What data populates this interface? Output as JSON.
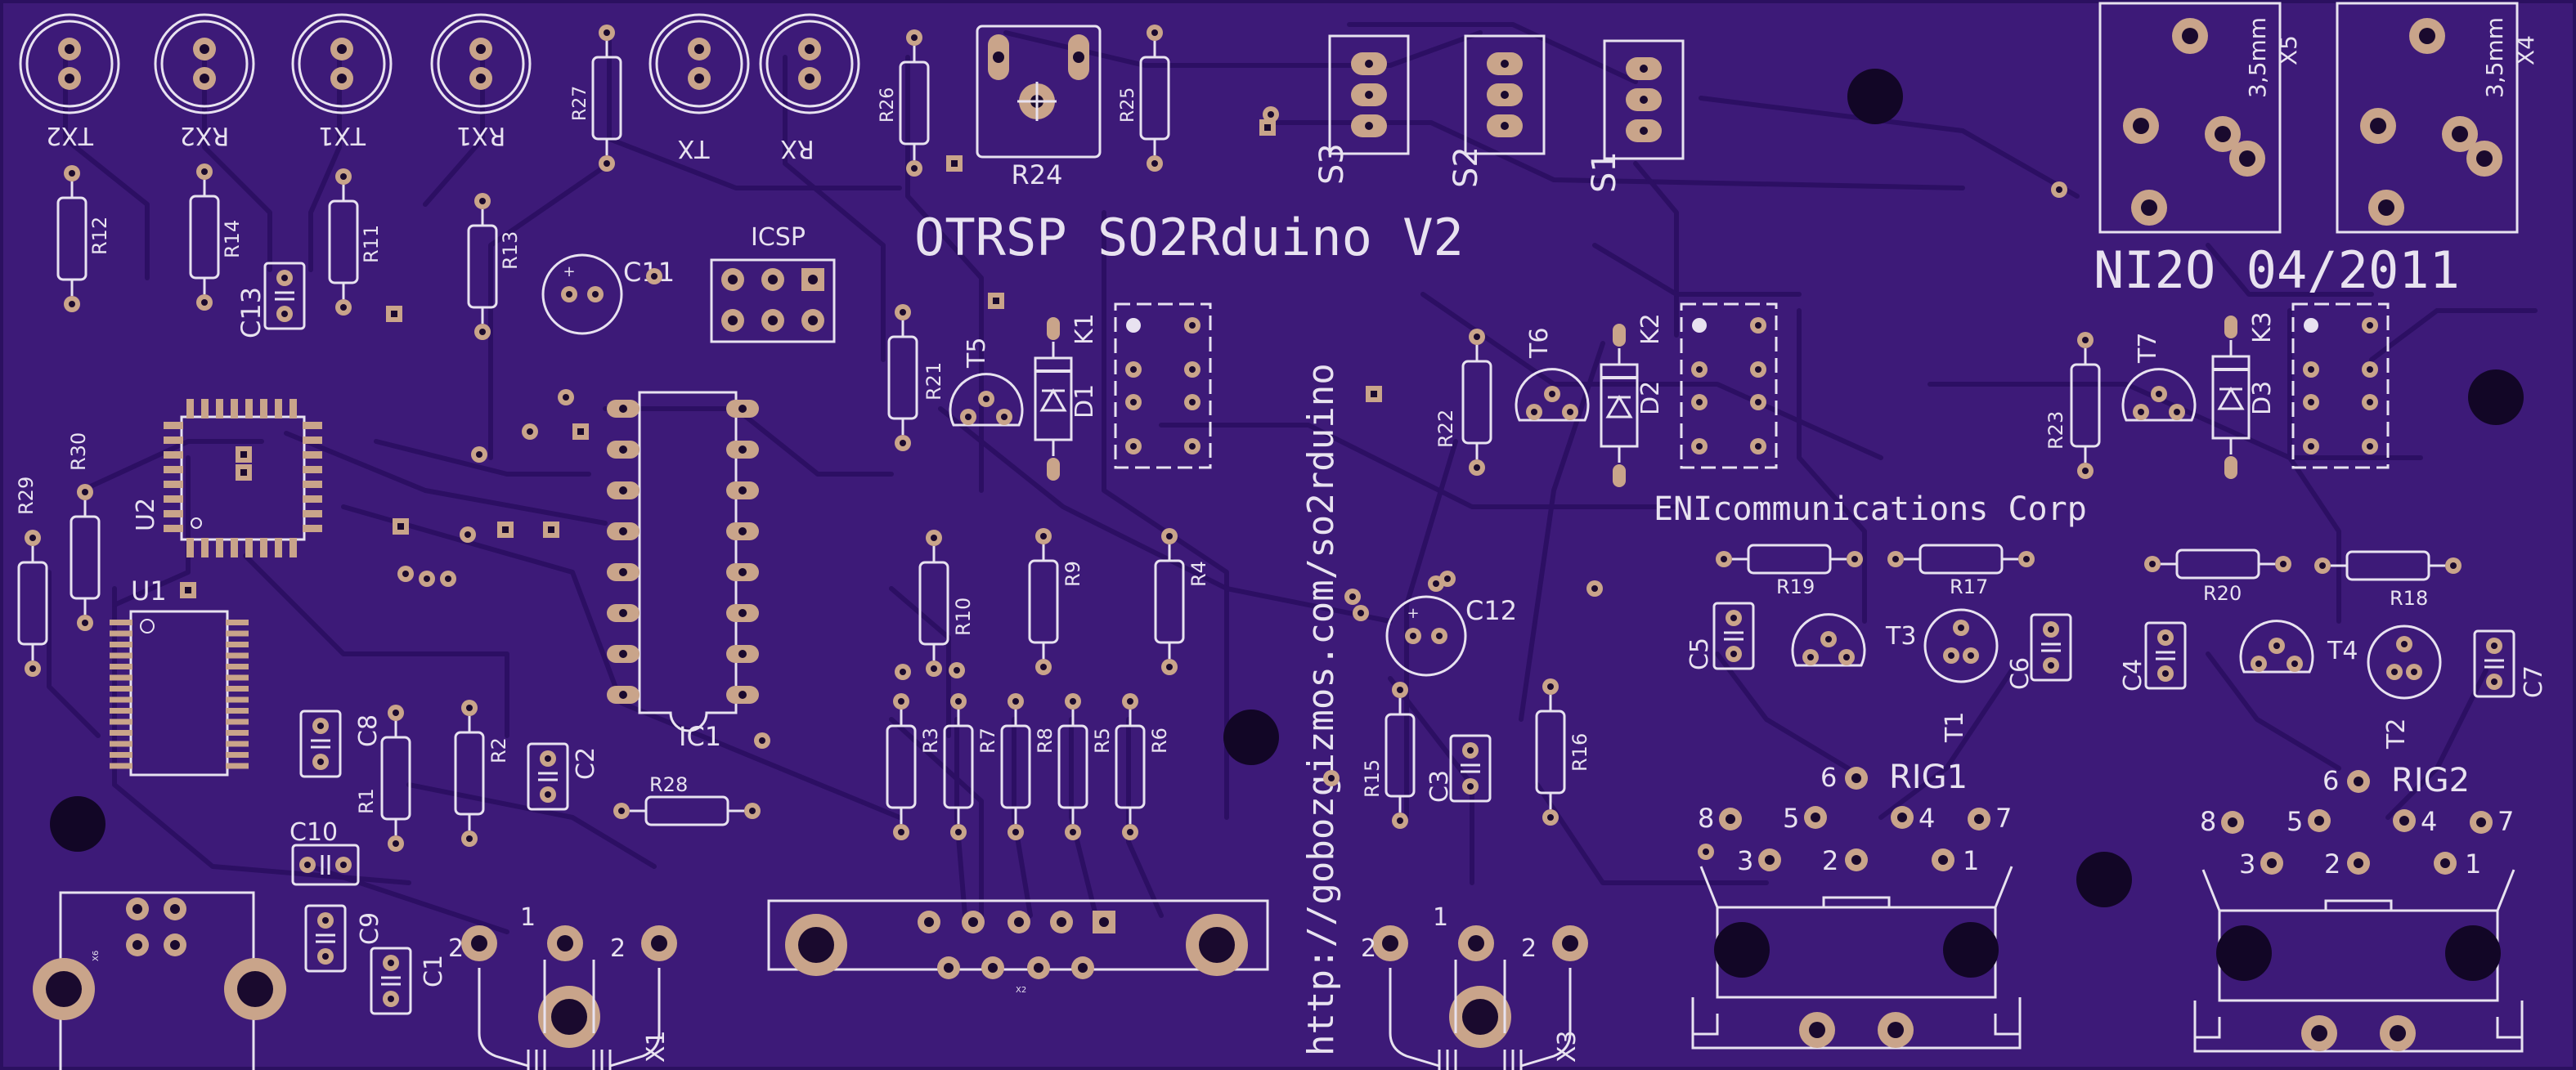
{
  "board": {
    "title": "OTRSP SO2Rduino V2",
    "author_date": "NI2O 04/2011",
    "company": "ENIcommunications Corp",
    "url": "http://gobozgizmos.com/so2rduino",
    "colors": {
      "substrate": "#3d1a78",
      "trace": "#2c0f63",
      "trace_edge": "#5a2fa0",
      "silk": "#e8e2f0",
      "pad": "#c9a48a",
      "drill": "#1a0a2e"
    }
  },
  "leds": [
    {
      "ref": "TX2"
    },
    {
      "ref": "RX2"
    },
    {
      "ref": "TX1"
    },
    {
      "ref": "RX1"
    },
    {
      "ref": "TX"
    },
    {
      "ref": "RX"
    }
  ],
  "resistors": [
    {
      "ref": "R27"
    },
    {
      "ref": "R26"
    },
    {
      "ref": "R25"
    },
    {
      "ref": "R24"
    },
    {
      "ref": "R12"
    },
    {
      "ref": "R14"
    },
    {
      "ref": "R11"
    },
    {
      "ref": "R13"
    },
    {
      "ref": "R30"
    },
    {
      "ref": "R29"
    },
    {
      "ref": "R21"
    },
    {
      "ref": "R22"
    },
    {
      "ref": "R23"
    },
    {
      "ref": "R10"
    },
    {
      "ref": "R9"
    },
    {
      "ref": "R4"
    },
    {
      "ref": "R3"
    },
    {
      "ref": "R7"
    },
    {
      "ref": "R8"
    },
    {
      "ref": "R5"
    },
    {
      "ref": "R6"
    },
    {
      "ref": "R1"
    },
    {
      "ref": "R2"
    },
    {
      "ref": "R28"
    },
    {
      "ref": "R15"
    },
    {
      "ref": "R16"
    },
    {
      "ref": "R19"
    },
    {
      "ref": "R17"
    },
    {
      "ref": "R20"
    },
    {
      "ref": "R18"
    }
  ],
  "capacitors": [
    {
      "ref": "C11"
    },
    {
      "ref": "C13"
    },
    {
      "ref": "C12"
    },
    {
      "ref": "C8"
    },
    {
      "ref": "C2"
    },
    {
      "ref": "C10"
    },
    {
      "ref": "C9"
    },
    {
      "ref": "C1"
    },
    {
      "ref": "C3"
    },
    {
      "ref": "C5"
    },
    {
      "ref": "C6"
    },
    {
      "ref": "C4"
    },
    {
      "ref": "C7"
    }
  ],
  "switches": [
    {
      "ref": "S3"
    },
    {
      "ref": "S2"
    },
    {
      "ref": "S1"
    }
  ],
  "jacks": [
    {
      "ref": "X5",
      "size": "3,5mm"
    },
    {
      "ref": "X4",
      "size": "3,5mm"
    }
  ],
  "connectors": {
    "icsp": "ICSP",
    "x1": "X1",
    "x3": "X3",
    "x2": "X2",
    "x6": "X6",
    "rig1": "RIG1",
    "rig2": "RIG2",
    "pin1": "1",
    "pin2": "2",
    "pin3": "3",
    "pin4": "4",
    "pin5": "5",
    "pin6": "6",
    "pin7": "7",
    "pin8": "8"
  },
  "semis": {
    "u1": "U1",
    "u2": "U2",
    "ic1": "IC1",
    "t1": "T1",
    "t2": "T2",
    "t3": "T3",
    "t4": "T4",
    "t5": "T5",
    "t6": "T6",
    "t7": "T7",
    "d1": "D1",
    "d2": "D2",
    "d3": "D3",
    "k1": "K1",
    "k2": "K2",
    "k3": "K3"
  }
}
